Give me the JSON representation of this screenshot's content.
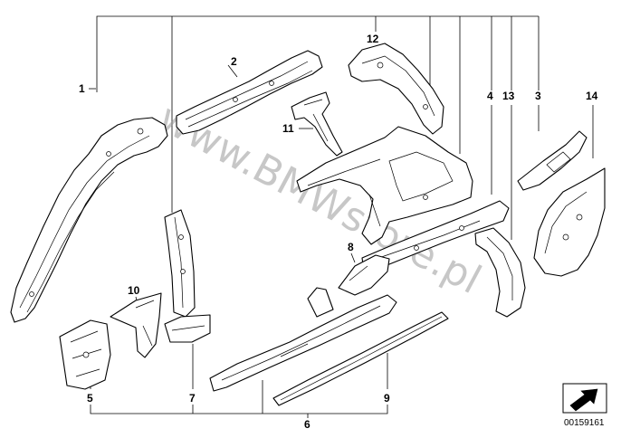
{
  "diagram": {
    "id": "00159161",
    "watermark": "www.BMWstore.pl",
    "callouts": [
      {
        "key": "c1",
        "label": "1"
      },
      {
        "key": "c2",
        "label": "2"
      },
      {
        "key": "c3",
        "label": "3"
      },
      {
        "key": "c4",
        "label": "4"
      },
      {
        "key": "c5",
        "label": "5"
      },
      {
        "key": "c6",
        "label": "6"
      },
      {
        "key": "c7",
        "label": "7"
      },
      {
        "key": "c8",
        "label": "8"
      },
      {
        "key": "c9",
        "label": "9"
      },
      {
        "key": "c10",
        "label": "10"
      },
      {
        "key": "c11",
        "label": "11"
      },
      {
        "key": "c12",
        "label": "12"
      },
      {
        "key": "c13",
        "label": "13"
      },
      {
        "key": "c14",
        "label": "14"
      }
    ]
  }
}
